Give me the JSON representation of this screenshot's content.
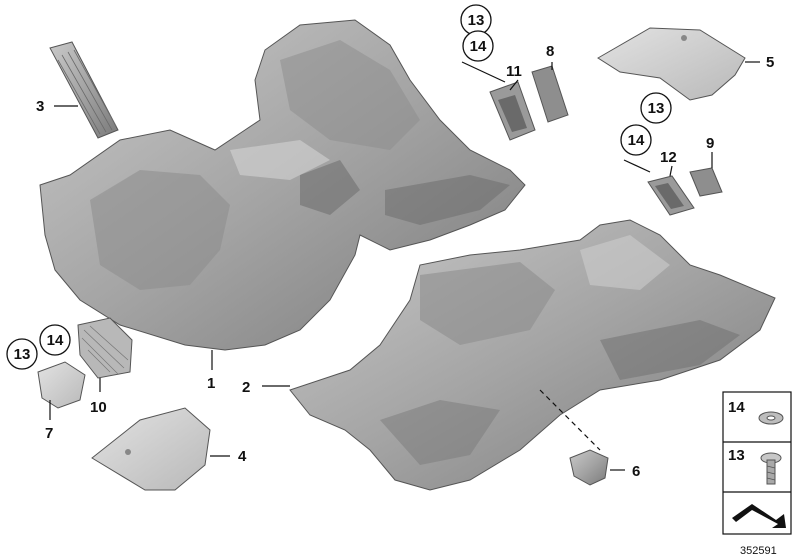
{
  "callouts": {
    "c1": "1",
    "c2": "2",
    "c3": "3",
    "c4": "4",
    "c5": "5",
    "c6": "6",
    "c7": "7",
    "c8": "8",
    "c9": "9",
    "c10": "10",
    "c11": "11",
    "c12": "12"
  },
  "circled": {
    "a13": "13",
    "a14": "14",
    "b13": "13",
    "b14": "14",
    "c13": "13",
    "c14": "14"
  },
  "legend": {
    "item14": "14",
    "item13": "13"
  },
  "reference_number": "352591",
  "colors": {
    "part_fill": "#a8a8a8",
    "part_dark": "#7d7d7d",
    "part_light": "#cfcfcf"
  }
}
